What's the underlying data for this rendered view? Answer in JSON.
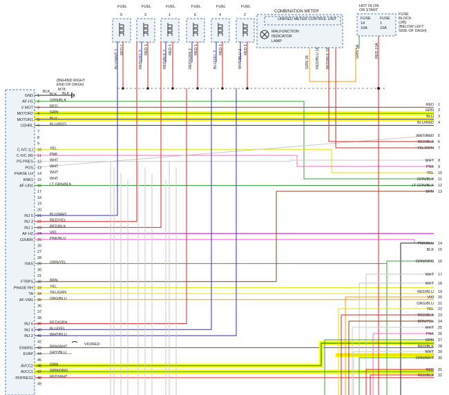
{
  "injectors": [
    {
      "title": "FUEL INJECTOR",
      "num": "5",
      "pin1": "BLU/WHT 2",
      "pin2": "RED 1"
    },
    {
      "title": "FUEL INJECTOR",
      "num": "3",
      "pin1": "RED/YEL 2",
      "pin2": "RED 1"
    },
    {
      "title": "FUEL INJECTOR",
      "num": "1",
      "pin1": "RED/BLK 2",
      "pin2": "RED 1"
    },
    {
      "title": "FUEL INJECTOR",
      "num": "6",
      "pin1": "RED/GRN 2",
      "pin2": "RED 1"
    },
    {
      "title": "FUEL INJECTOR",
      "num": "4",
      "pin1": "BLU/YEL 2",
      "pin2": "RED 1"
    },
    {
      "title": "FUEL INJECTOR",
      "num": "2",
      "pin1": "WHT/BLU 2",
      "pin2": "RED 1"
    }
  ],
  "meter": {
    "title": "COMBINATION METER",
    "unit": "UNIFIED METER CONTROL UNIT",
    "lamp": [
      "MALFUNCTION",
      "INDICATOR",
      "LAMP"
    ],
    "pins": [
      "GRN 26",
      "RED/BLU 18",
      "RED/BLK 19"
    ]
  },
  "hot": [
    "HOT IN ON",
    "OR START"
  ],
  "fuseblock": {
    "title": [
      "FUSE",
      "BLOCK",
      "(J/B)",
      "(BELOW LEFT",
      "SIDE OF DASH)"
    ],
    "fuses": [
      {
        "name": "FUSE",
        "num": "14",
        "amp": "10A"
      },
      {
        "name": "FUSE",
        "num": "1",
        "amp": "10A"
      }
    ],
    "pins": [
      "GRN 5A",
      "RED 15A"
    ]
  },
  "ground": {
    "note": [
      "(BEHIND RIGHT",
      "END OF DASH)"
    ],
    "conn": "M78",
    "wire1": "BLK",
    "wire2": "BLK"
  },
  "ecm_pins": [
    {
      "n": "1",
      "label": "GND",
      "wire": "BLK"
    },
    {
      "n": "2",
      "label": "AF-H1",
      "wire": "GRN/BLK"
    },
    {
      "n": "3",
      "label": "V MOT",
      "wire": "RED"
    },
    {
      "n": "4",
      "label": "MOTOR2",
      "wire": "GRN"
    },
    {
      "n": "5",
      "label": "MOTOR1",
      "wire": "BLU"
    },
    {
      "n": "6",
      "label": "O2HRL",
      "wire": "BLU/RED"
    },
    {
      "n": "7",
      "label": "",
      "wire": ""
    },
    {
      "n": "8",
      "label": "",
      "wire": ""
    },
    {
      "n": "9",
      "label": "",
      "wire": ""
    },
    {
      "n": "10",
      "label": "C-IVC (L)",
      "wire": "YEL"
    },
    {
      "n": "11",
      "label": "C-IVC (R)",
      "wire": "PNK"
    },
    {
      "n": "12",
      "label": "PS PRES",
      "wire": "WHT"
    },
    {
      "n": "13",
      "label": "POS",
      "wire": "WHT"
    },
    {
      "n": "14",
      "label": "PHASE LH",
      "wire": "WHT"
    },
    {
      "n": "15",
      "label": "KNK1",
      "wire": "WHT"
    },
    {
      "n": "16",
      "label": "AF-UN1",
      "wire": "LT GRN/BLK"
    },
    {
      "n": "17",
      "label": "",
      "wire": ""
    },
    {
      "n": "18",
      "label": "",
      "wire": ""
    },
    {
      "n": "19",
      "label": "",
      "wire": ""
    },
    {
      "n": "20",
      "label": "",
      "wire": ""
    },
    {
      "n": "21",
      "label": "INJ 5",
      "wire": "BLU/WHT"
    },
    {
      "n": "22",
      "label": "INJ 3",
      "wire": "RED/YEL"
    },
    {
      "n": "23",
      "label": "INJ 1",
      "wire": "RED/BLK"
    },
    {
      "n": "24",
      "label": "AF-H2",
      "wire": "VIO"
    },
    {
      "n": "25",
      "label": "O2HRR",
      "wire": "PNK/BLU"
    },
    {
      "n": "26",
      "label": "",
      "wire": ""
    },
    {
      "n": "27",
      "label": "",
      "wire": ""
    },
    {
      "n": "28",
      "label": "",
      "wire": ""
    },
    {
      "n": "29",
      "label": "VIAS",
      "wire": "GRN/YEL"
    },
    {
      "n": "30",
      "label": "",
      "wire": ""
    },
    {
      "n": "31",
      "label": "",
      "wire": ""
    },
    {
      "n": "32",
      "label": "FTRPS",
      "wire": "BRN"
    },
    {
      "n": "33",
      "label": "PHASE RH",
      "wire": "YEL"
    },
    {
      "n": "34",
      "label": "TA",
      "wire": "YEL/GRN"
    },
    {
      "n": "35",
      "label": "AF-VM1",
      "wire": "ORG/BLU"
    },
    {
      "n": "36",
      "label": "",
      "wire": ""
    },
    {
      "n": "37",
      "label": "",
      "wire": ""
    },
    {
      "n": "38",
      "label": "",
      "wire": ""
    },
    {
      "n": "39",
      "label": "INJ 6",
      "wire": "RED/GRN"
    },
    {
      "n": "40",
      "label": "INJ 4",
      "wire": "BLU/YEL"
    },
    {
      "n": "41",
      "label": "INJ 2",
      "wire": "WHT/BLU"
    },
    {
      "n": "42",
      "label": "",
      "wire": ""
    },
    {
      "n": "43",
      "label": "ENWN1",
      "wire": "BRN/WHT"
    },
    {
      "n": "44",
      "label": "EVAP",
      "wire": "GRY/BLU"
    },
    {
      "n": "45",
      "label": "",
      "wire": ""
    },
    {
      "n": "46",
      "label": "AVCC2",
      "wire": "GRN"
    },
    {
      "n": "47",
      "label": "AVCC1",
      "wire": "GRN/ORG"
    },
    {
      "n": "48",
      "label": "PDPRES1",
      "wire": "RED/WHT"
    },
    {
      "n": "49",
      "label": "",
      "wire": ""
    }
  ],
  "vio_red": "VIO/RED",
  "right_pins": [
    {
      "n": "1",
      "wire": "RED"
    },
    {
      "n": "2",
      "wire": "GRN"
    },
    {
      "n": "3",
      "wire": "BLU"
    },
    {
      "n": "4",
      "wire": "BLU/RED"
    },
    {
      "n": "5",
      "wire": "WHT/RED"
    },
    {
      "n": "6",
      "wire": "RED/BLK"
    },
    {
      "n": "7",
      "wire": "YEL/GRN"
    },
    {
      "n": "8",
      "wire": "WHT"
    },
    {
      "n": "9",
      "wire": "PNK"
    },
    {
      "n": "10",
      "wire": "YEL"
    },
    {
      "n": "11",
      "wire": "GRN/BLK"
    },
    {
      "n": "12",
      "wire": "LT GRN/BLK"
    },
    {
      "n": "13",
      "wire": "BRN"
    },
    {
      "n": "14",
      "wire": "PNK/BLU"
    },
    {
      "n": "15",
      "wire": "BLK"
    },
    {
      "n": "16",
      "wire": "GRN/ORG"
    },
    {
      "n": "17",
      "wire": "WHT"
    },
    {
      "n": "18",
      "wire": "WHT"
    },
    {
      "n": "19",
      "wire": "RED/BLU"
    },
    {
      "n": "20",
      "wire": "VIO"
    },
    {
      "n": "21",
      "wire": "ORG/BLU"
    },
    {
      "n": "22",
      "wire": "YEL"
    },
    {
      "n": "23",
      "wire": "RED/BLK"
    },
    {
      "n": "24",
      "wire": "BRN/YEL"
    },
    {
      "n": "25",
      "wire": "WHT"
    },
    {
      "n": "26",
      "wire": "PNK"
    },
    {
      "n": "27",
      "wire": "GRN"
    },
    {
      "n": "28",
      "wire": "RED/BLK"
    },
    {
      "n": "29",
      "wire": "WHT"
    },
    {
      "n": "30",
      "wire": "GRN/WHT"
    },
    {
      "n": "31",
      "wire": "RED"
    },
    {
      "n": "32",
      "wire": "RED/BLK"
    }
  ],
  "colors": {
    "RED": "#e02020",
    "GRN": "#3aa03a",
    "BLU": "#2a2ad8",
    "YEL": "#e6e600",
    "WHT": "#c8c8c8",
    "PNK": "#ff66cc",
    "VIO": "#cc00cc",
    "BRN": "#8b4513",
    "ORG": "#ff9900",
    "BLK": "#222222",
    "GRY": "#999999",
    "highlight": "#ffff00"
  }
}
